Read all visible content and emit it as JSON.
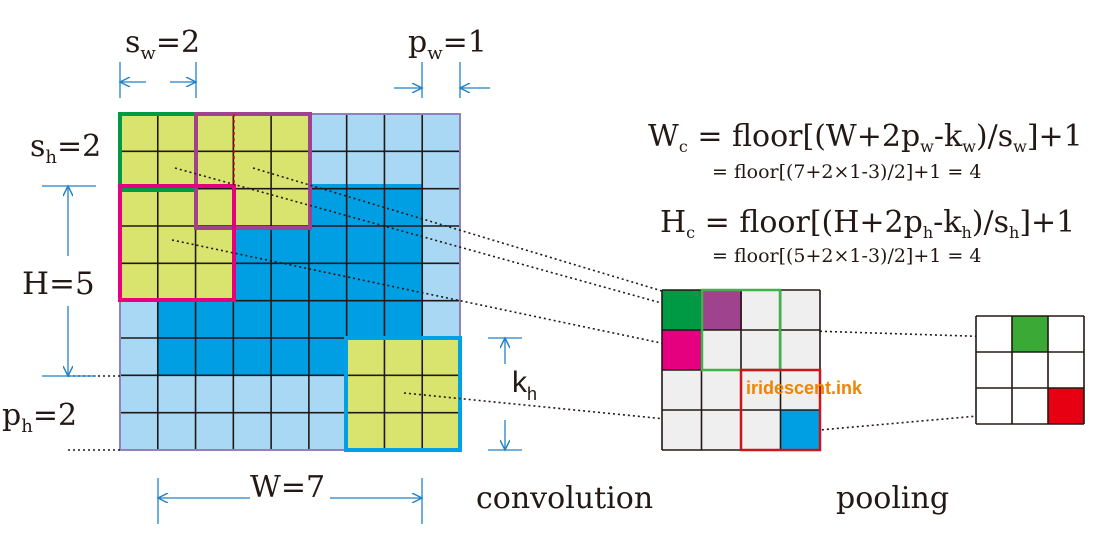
{
  "colors": {
    "light_blue": "#a8d8f3",
    "blue": "#009fe3",
    "yellow_green": "#d9e46e",
    "green": "#009944",
    "magenta": "#e4007f",
    "purple": "#a0438e",
    "cyan_border": "#00a0e9",
    "light_green_border": "#3fb24a",
    "red": "#e60012",
    "dim_line": "#1e82c8",
    "pool_green": "#3aa935",
    "watermark": "#f08300",
    "grey_cell": "#efefef"
  },
  "labels": {
    "sw_s": "s",
    "sw_sub": "w",
    "sw_val": "=2",
    "pw_p": "p",
    "pw_sub": "w",
    "pw_val": "=1",
    "sh_s": "s",
    "sh_sub": "h",
    "sh_val": "=2",
    "H": "H=5",
    "ph_p": "p",
    "ph_sub": "h",
    "ph_val": "=2",
    "W": "W=7",
    "kh_k": "k",
    "kh_sub": "h",
    "convolution": "convolution",
    "pooling": "pooling",
    "watermark": "iridescent.ink"
  },
  "formulas": {
    "wc": {
      "lhs": "W",
      "lhs_sub": "c",
      "eq1": " = floor[(W+2p",
      "sub_a": "w",
      "eq2": "-k",
      "sub_b": "w",
      "eq3": ")/s",
      "sub_c": "w",
      "eq4": "]+1",
      "line2": "= floor[(7+2×1-3)/2]+1 = 4"
    },
    "hc": {
      "lhs": "H",
      "lhs_sub": "c",
      "eq1": " = floor[(H+2p",
      "sub_a": "h",
      "eq2": "-k",
      "sub_b": "h",
      "eq3": ")/s",
      "sub_c": "h",
      "eq4": "]+1",
      "line2": "= floor[(5+2×1-3)/2]+1 = 4"
    }
  }
}
